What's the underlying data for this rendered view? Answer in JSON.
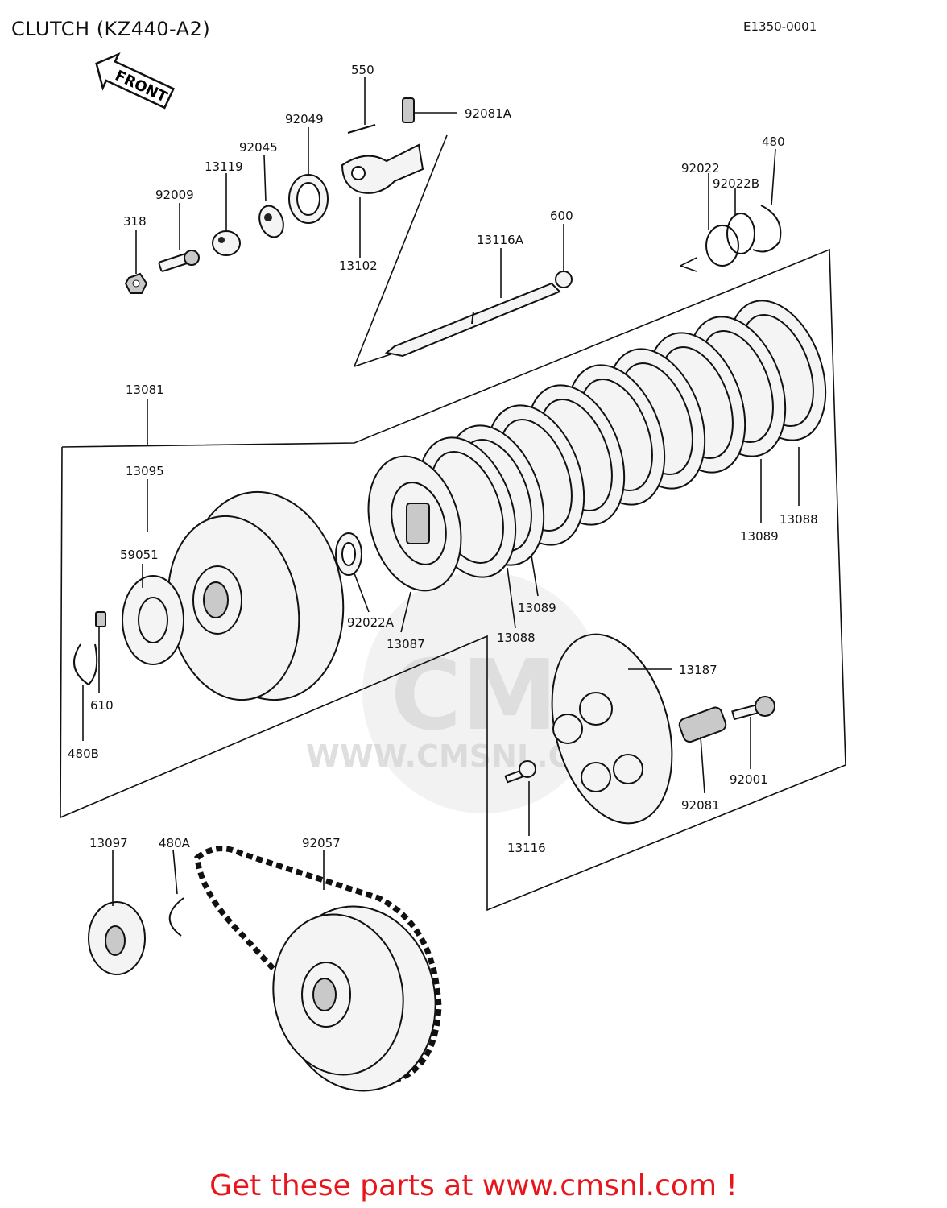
{
  "header": {
    "title": "CLUTCH (KZ440-A2)",
    "diagram_code": "E1350-0001",
    "front_arrow_label": "FRONT"
  },
  "watermark": {
    "logo_text": "CMS",
    "url_text": "WWW.CMSNL.COM"
  },
  "parts": {
    "p550": "550",
    "p92081A": "92081A",
    "p92049": "92049",
    "p92045": "92045",
    "p13119": "13119",
    "p92009": "92009",
    "p318": "318",
    "p13102": "13102",
    "p13116A": "13116A",
    "p600": "600",
    "p480": "480",
    "p92022": "92022",
    "p92022B": "92022B",
    "p13081": "13081",
    "p13095": "13095",
    "p59051": "59051",
    "p92022A": "92022A",
    "p13087": "13087",
    "p13088_upper": "13088",
    "p13089_upper": "13089",
    "p13089_lower": "13089",
    "p13088_lower": "13088",
    "p610": "610",
    "p480B": "480B",
    "p13187": "13187",
    "p92001": "92001",
    "p92081": "92081",
    "p13116": "13116",
    "p13097": "13097",
    "p480A": "480A",
    "p92057": "92057"
  },
  "footer": {
    "cta": "Get these parts at www.cmsnl.com !"
  }
}
